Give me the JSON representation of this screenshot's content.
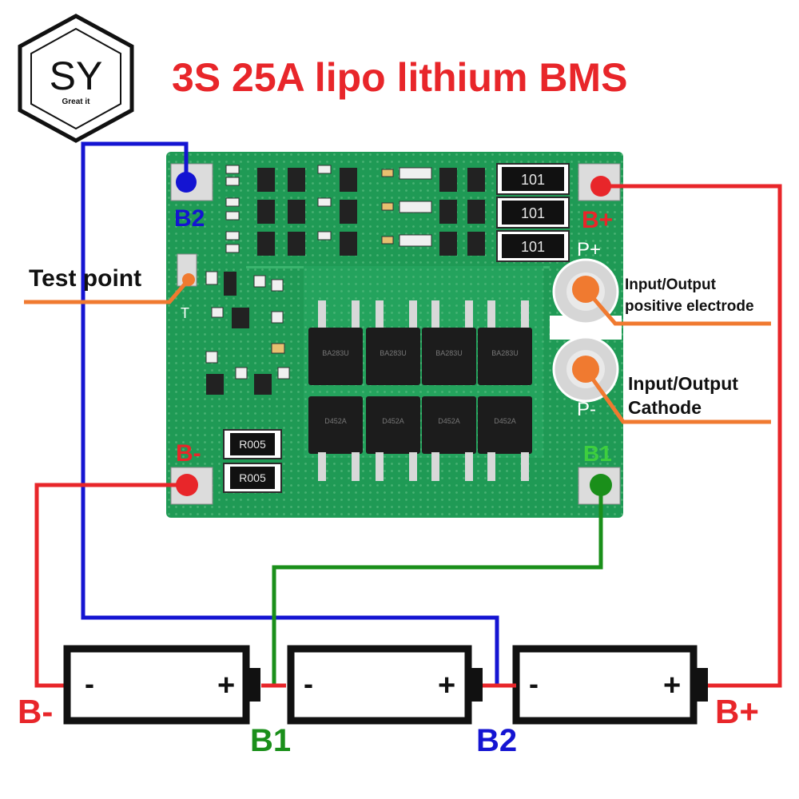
{
  "title": "3S 25A lipo lithium BMS",
  "logo": {
    "letters": "SY",
    "tagline": "Great it"
  },
  "board": {
    "resistor_codes": [
      "101",
      "101",
      "101"
    ],
    "shunt_codes": [
      "R005",
      "R005"
    ],
    "mosfet_top": [
      "BA283U",
      "BA283U",
      "BA283U",
      "BA283U"
    ],
    "mosfet_bottom": [
      "D452A",
      "D452A",
      "D452A",
      "D452A"
    ],
    "silk_p_plus": "P+",
    "silk_p_minus": "P-",
    "silk_t": "T"
  },
  "pads": {
    "b2": "B2",
    "b_plus": "B+",
    "b_minus": "B-",
    "b1": "B1"
  },
  "annotations": {
    "test_point": "Test point",
    "pos_line1": "Input/Output",
    "pos_line2": "positive electrode",
    "neg_line1": "Input/Output",
    "neg_line2": "Cathode"
  },
  "batteries": [
    {
      "minus": "-",
      "plus": "+"
    },
    {
      "minus": "-",
      "plus": "+"
    },
    {
      "minus": "-",
      "plus": "+"
    }
  ],
  "bottom_labels": {
    "b_minus": "B-",
    "b1": "B1",
    "b2": "B2",
    "b_plus": "B+"
  },
  "colors": {
    "red": "#e8262a",
    "blue": "#1414d2",
    "green": "#1a8f1a",
    "orange": "#f07a30",
    "board": "#1f9a55"
  }
}
